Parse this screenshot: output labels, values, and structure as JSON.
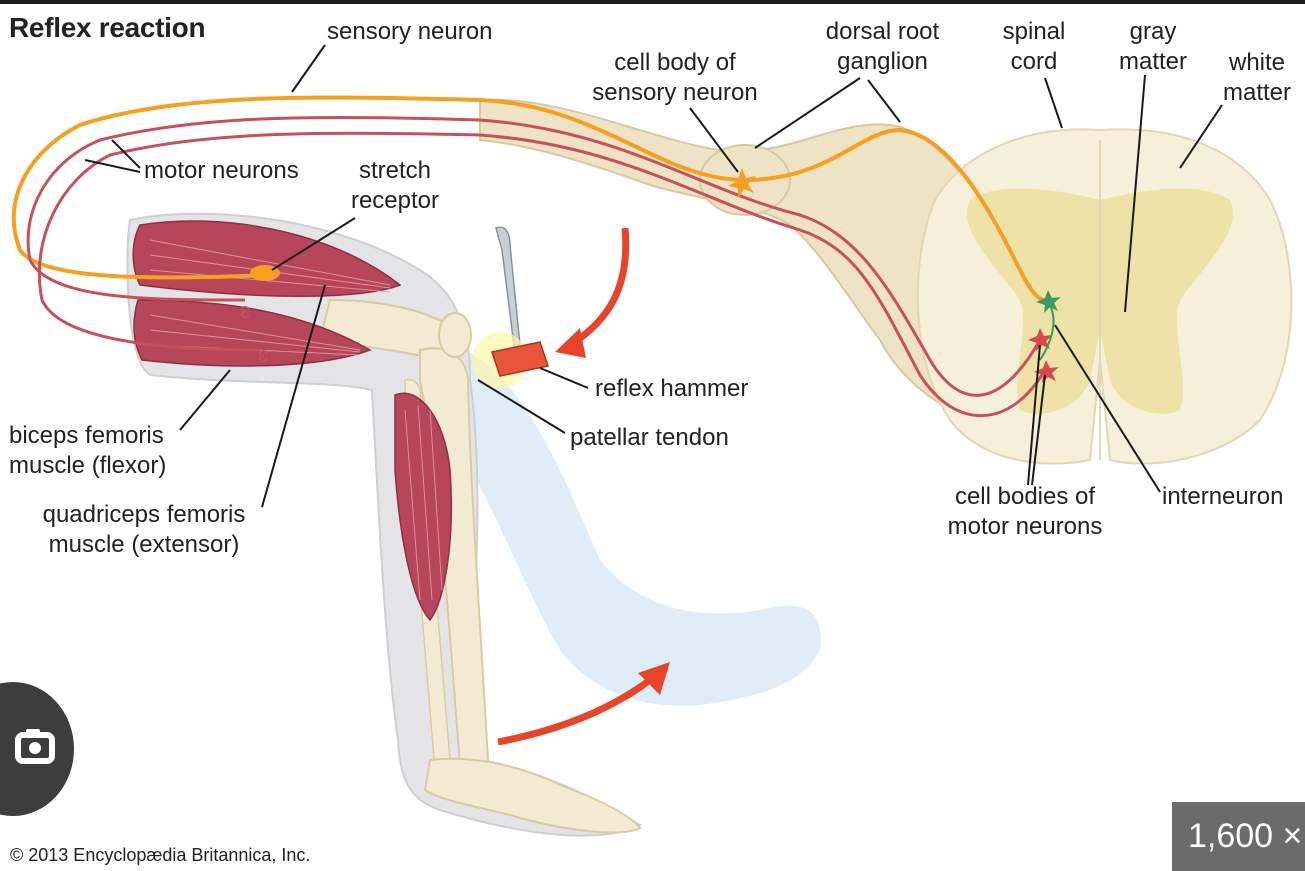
{
  "title": "Reflex reaction",
  "labels": {
    "sensory_neuron": "sensory neuron",
    "cell_body_1": "cell body of",
    "cell_body_2": "sensory neuron",
    "dorsal_1": "dorsal root",
    "dorsal_2": "ganglion",
    "spinal_1": "spinal",
    "spinal_2": "cord",
    "gray_1": "gray",
    "gray_2": "matter",
    "white_1": "white",
    "white_2": "matter",
    "motor_neurons": "motor neurons",
    "stretch_1": "stretch",
    "stretch_2": "receptor",
    "reflex_hammer": "reflex hammer",
    "patellar_tendon": "patellar tendon",
    "biceps_1": "biceps femoris",
    "biceps_2": "muscle (flexor)",
    "quad_1": "quadriceps femoris",
    "quad_2": "muscle (extensor)",
    "cellbodies_1": "cell bodies of",
    "cellbodies_2": "motor neurons",
    "interneuron": "interneuron"
  },
  "copyright": "© 2013 Encyclopædia Britannica, Inc.",
  "overlay": {
    "lens_icon": "camera-search-icon",
    "size_badge": "1,600 ×"
  },
  "colors": {
    "sensory": "#f5a020",
    "motor": "#c8505a",
    "nerve_sheath": "#efe3c6",
    "spinal_white": "#f6efd9",
    "spinal_gray": "#efe2a8",
    "muscle": "#b8465a",
    "bone": "#f3ead4",
    "motion_arrow": "#e8442a",
    "ghost_leg": "#dcecf7"
  }
}
